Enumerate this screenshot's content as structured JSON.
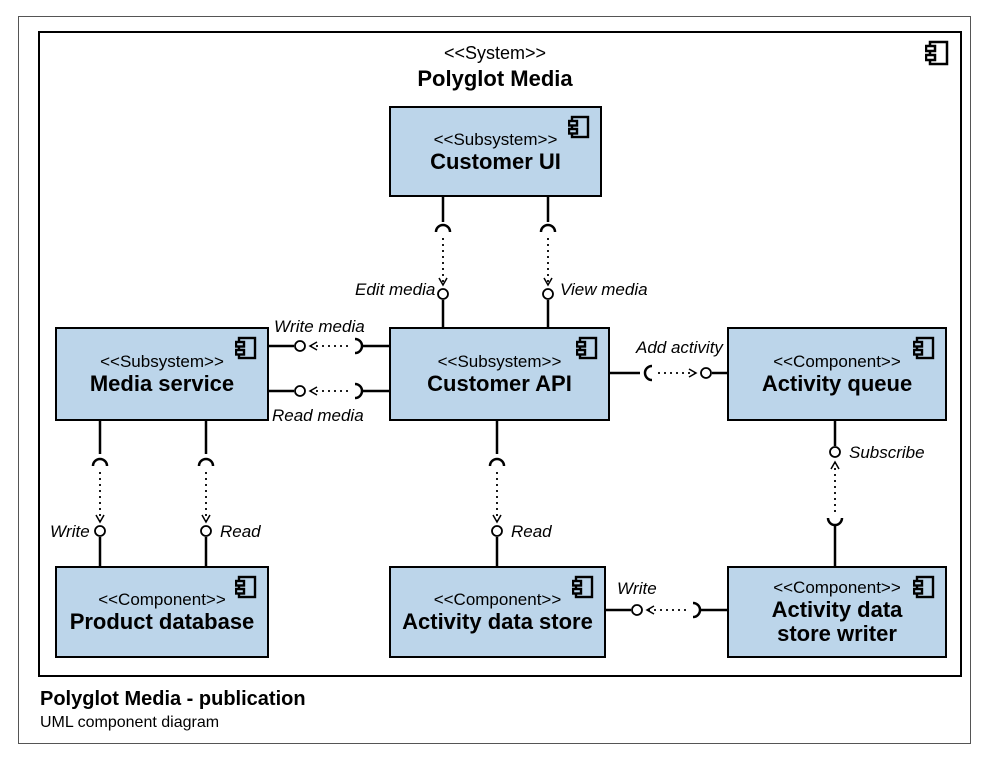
{
  "system": {
    "stereotype": "<<System>>",
    "name": "Polyglot Media"
  },
  "boxes": {
    "customer_ui": {
      "stereotype": "<<Subsystem>>",
      "name": "Customer UI"
    },
    "media_service": {
      "stereotype": "<<Subsystem>>",
      "name": "Media service"
    },
    "customer_api": {
      "stereotype": "<<Subsystem>>",
      "name": "Customer API"
    },
    "activity_queue": {
      "stereotype": "<<Component>>",
      "name": "Activity queue"
    },
    "product_database": {
      "stereotype": "<<Component>>",
      "name": "Product database"
    },
    "activity_data_store": {
      "stereotype": "<<Component>>",
      "name": "Activity data store"
    },
    "activity_writer": {
      "stereotype": "<<Component>>",
      "name": "Activity data store writer"
    }
  },
  "interfaces": {
    "edit_media": "Edit media",
    "view_media": "View media",
    "write_media": "Write media",
    "read_media": "Read media",
    "add_activity": "Add activity",
    "subscribe": "Subscribe",
    "write_product": "Write",
    "read_product": "Read",
    "read_activity": "Read",
    "write_activity": "Write"
  },
  "caption": {
    "title": "Polyglot Media - publication",
    "subtitle": "UML component diagram"
  },
  "colors": {
    "box_fill": "#bcd5ea",
    "stroke": "#000000"
  },
  "icon": "component-icon"
}
